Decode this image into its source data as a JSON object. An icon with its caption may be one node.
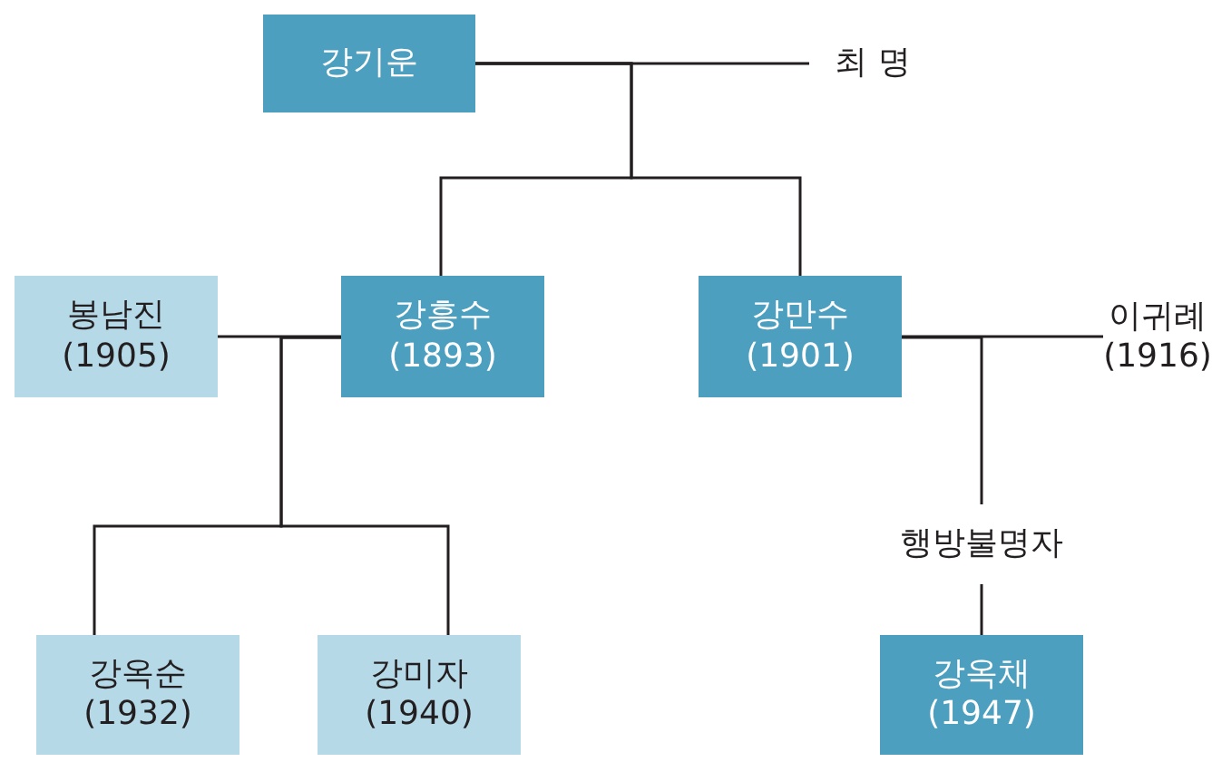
{
  "diagram": {
    "nodes": [
      {
        "text": [
          "강기운"
        ]
      },
      {
        "text": [
          "최 명"
        ]
      },
      {
        "text": [
          "봉남진",
          "(1905)"
        ]
      },
      {
        "text": [
          "강흥수",
          "(1893)"
        ]
      },
      {
        "text": [
          "강만수",
          "(1901)"
        ]
      },
      {
        "text": [
          "이귀례",
          "(1916)"
        ]
      },
      {
        "text": [
          "강옥순",
          "(1932)"
        ]
      },
      {
        "text": [
          "강미자",
          "(1940)"
        ]
      },
      {
        "text": [
          "행방불명자"
        ]
      },
      {
        "text": [
          "강옥채",
          "(1947)"
        ]
      }
    ],
    "edges": [
      {
        "from": 0,
        "to": 1,
        "arrow": "none"
      },
      {
        "from": 0,
        "to": 3,
        "arrow": "none"
      },
      {
        "from": 0,
        "to": 4,
        "arrow": "none"
      },
      {
        "from": 2,
        "to": 3,
        "arrow": "none"
      },
      {
        "from": 3,
        "to": 6,
        "arrow": "none"
      },
      {
        "from": 3,
        "to": 7,
        "arrow": "none"
      },
      {
        "from": 4,
        "to": 5,
        "arrow": "none"
      },
      {
        "from": 4,
        "to": 8,
        "arrow": "none"
      },
      {
        "from": 8,
        "to": 9,
        "arrow": "none"
      }
    ]
  }
}
